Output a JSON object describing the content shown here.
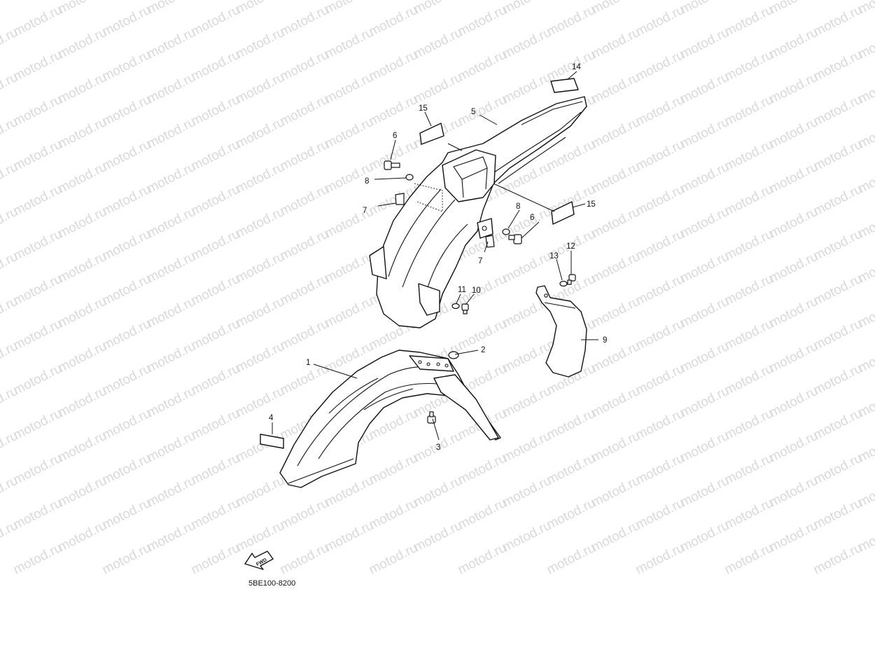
{
  "watermark": {
    "text": "motod.ru"
  },
  "diagram_code": "5BE100-8200",
  "fwd_label": "FWD",
  "callouts": {
    "c1": "1",
    "c2": "2",
    "c3": "3",
    "c4": "4",
    "c5": "5",
    "c6a": "6",
    "c6b": "6",
    "c7a": "7",
    "c7b": "7",
    "c8a": "8",
    "c8b": "8",
    "c9": "9",
    "c10": "10",
    "c11": "11",
    "c12": "12",
    "c13": "13",
    "c14": "14",
    "c15a": "15",
    "c15b": "15"
  },
  "colors": {
    "line": "#111111",
    "watermark": "#d9d9d9",
    "background": "#ffffff"
  }
}
